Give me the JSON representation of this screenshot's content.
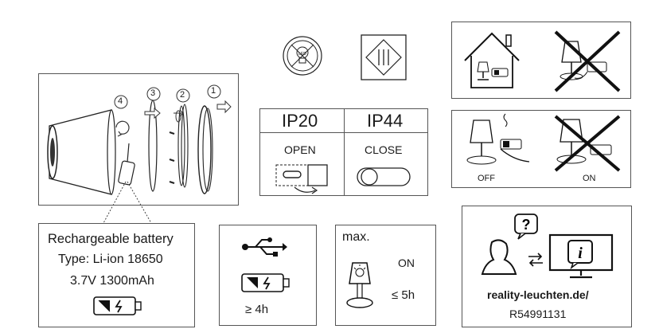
{
  "battery": {
    "title": "Rechargeable battery",
    "type": "Type: Li-ion 18650",
    "spec": "3.7V 1300mAh"
  },
  "assembly_steps": [
    "1",
    "2",
    "3",
    "4"
  ],
  "ip": {
    "ip20": "IP20",
    "ip44": "IP44",
    "open": "OPEN",
    "close": "CLOSE"
  },
  "charging": {
    "off": "OFF",
    "on": "ON"
  },
  "usb_charge": {
    "time": "≥ 4h"
  },
  "runtime": {
    "max": "max.",
    "on": "ON",
    "time": "≤ 5h"
  },
  "support": {
    "url": "reality-leuchten.de/",
    "code": "R54991131"
  },
  "icons": [
    "led-not-replaceable-icon",
    "class-iii-icon",
    "indoor-charging-icon",
    "no-outdoor-charging-icon",
    "usb-icon",
    "battery-icon",
    "user-icon",
    "monitor-info-icon",
    "question-bubble-icon"
  ]
}
